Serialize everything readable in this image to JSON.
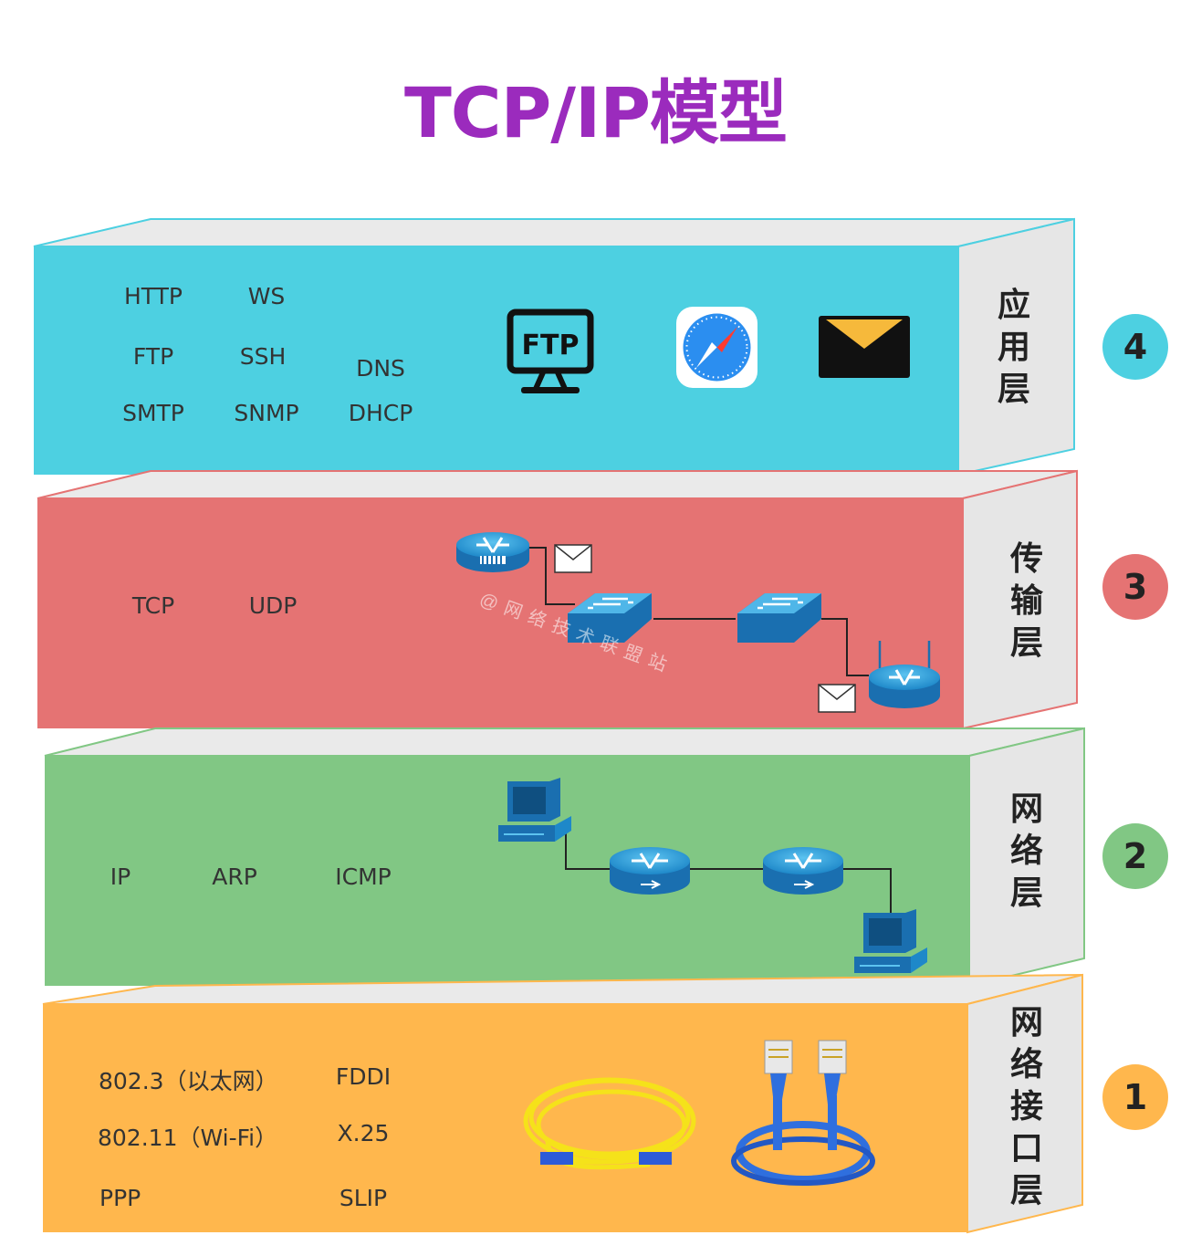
{
  "title": "TCP/IP模型",
  "colors": {
    "title": "#9b2bbd",
    "application": "#4dd0e1",
    "transport": "#e57373",
    "network": "#81c784",
    "link": "#ffb74d",
    "side": "#e6e6e6",
    "device": "#1e88c9"
  },
  "watermark": "@网络技术联盟站",
  "layers": [
    {
      "number": "4",
      "name_chars": [
        "应",
        "用",
        "层"
      ],
      "protocols": [
        "HTTP",
        "WS",
        "FTP",
        "SSH",
        "DNS",
        "SMTP",
        "SNMP",
        "DHCP"
      ],
      "icons": [
        "ftp-monitor-icon",
        "safari-compass-icon",
        "mail-envelope-icon"
      ],
      "ftp_icon_text": "FTP"
    },
    {
      "number": "3",
      "name_chars": [
        "传",
        "输",
        "层"
      ],
      "protocols": [
        "TCP",
        "UDP"
      ],
      "icons": [
        "router-icon",
        "switch-icon",
        "wireless-router-icon",
        "envelope-icon"
      ]
    },
    {
      "number": "2",
      "name_chars": [
        "网",
        "络",
        "层"
      ],
      "protocols": [
        "IP",
        "ARP",
        "ICMP"
      ],
      "icons": [
        "computer-icon",
        "router-icon"
      ]
    },
    {
      "number": "1",
      "name_chars": [
        "网",
        "络",
        "接",
        "口",
        "层"
      ],
      "protocols": [
        "802.3（以太网）",
        "FDDI",
        "802.11（Wi-Fi）",
        "X.25",
        "PPP",
        "SLIP"
      ],
      "icons": [
        "fiber-optic-cable-icon",
        "ethernet-cable-icon"
      ]
    }
  ]
}
